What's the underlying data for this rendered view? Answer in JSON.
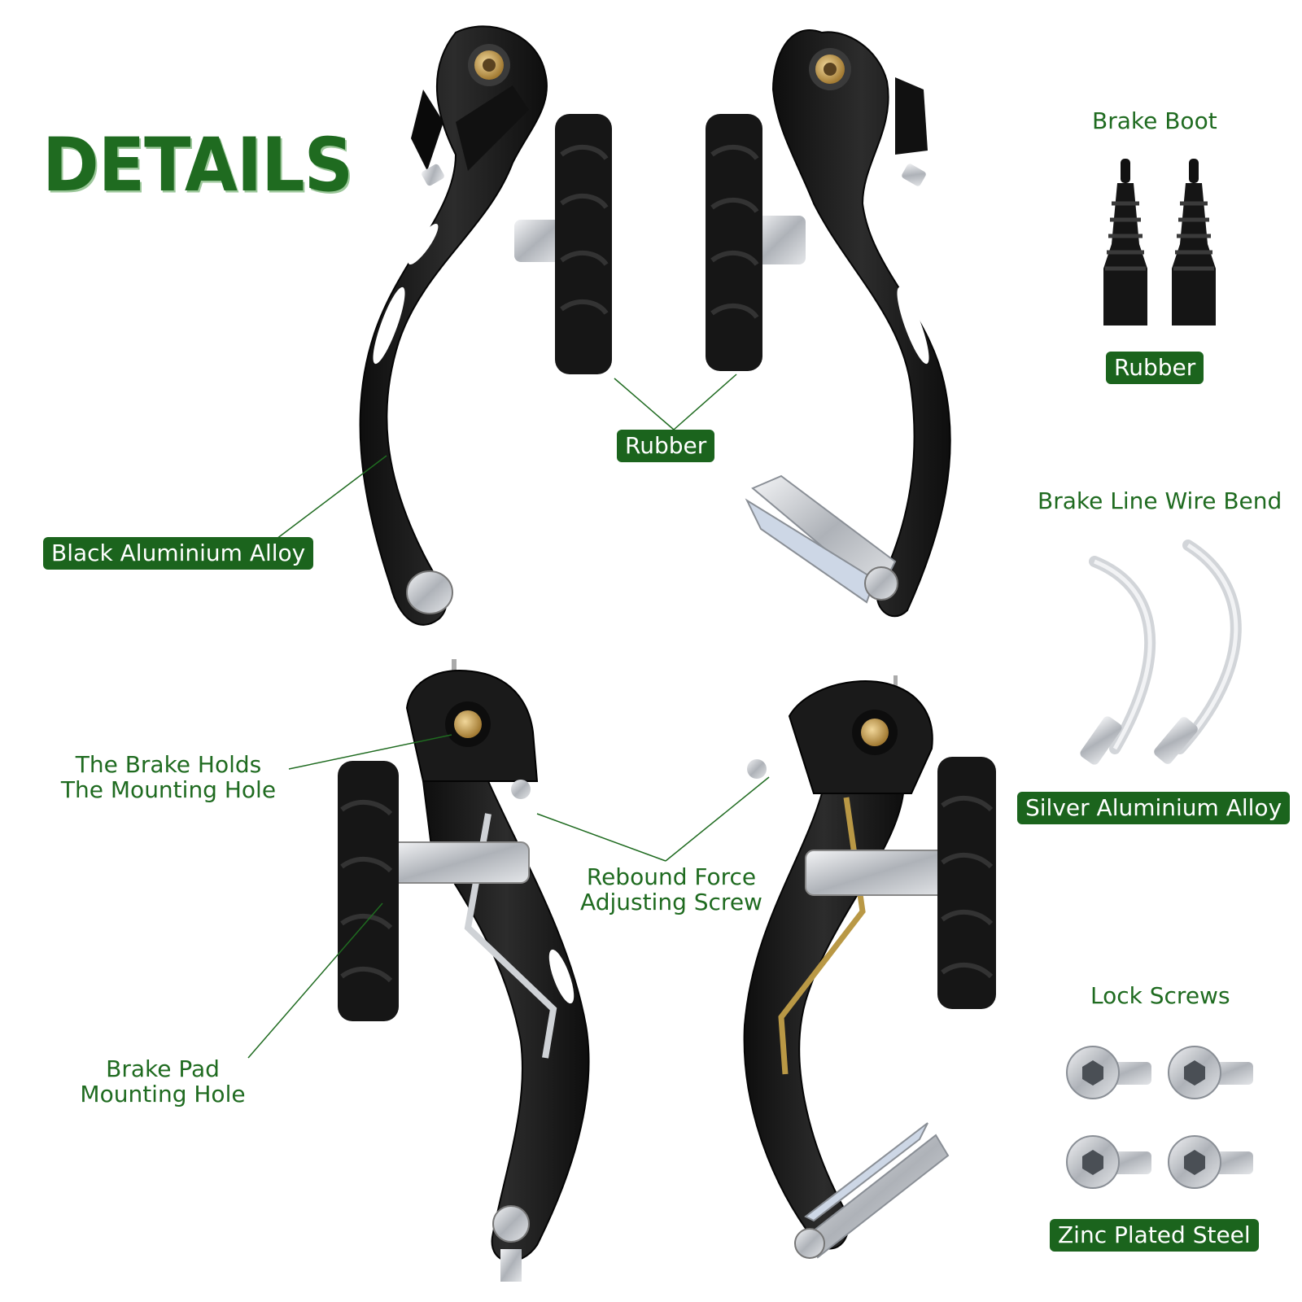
{
  "title": "DETAILS",
  "labels": {
    "brake_boot": "Brake Boot",
    "brake_boot_material": "Rubber",
    "pad_material": "Rubber",
    "arm_material": "Black Aluminium Alloy",
    "wire_bend": "Brake Line Wire Bend",
    "wire_bend_material": "Silver Aluminium Alloy",
    "mounting_hole_line1": "The Brake Holds",
    "mounting_hole_line2": "The Mounting Hole",
    "rebound_line1": "Rebound Force",
    "rebound_line2": "Adjusting Screw",
    "pad_hole_line1": "Brake Pad",
    "pad_hole_line2": "Mounting Hole",
    "lock_screws": "Lock Screws",
    "screw_material": "Zinc Plated Steel"
  },
  "colors": {
    "accent_green": "#1b641d",
    "arm": "#1a1a1a",
    "metal": "#c9ccd0",
    "brass": "#c8a25a"
  }
}
